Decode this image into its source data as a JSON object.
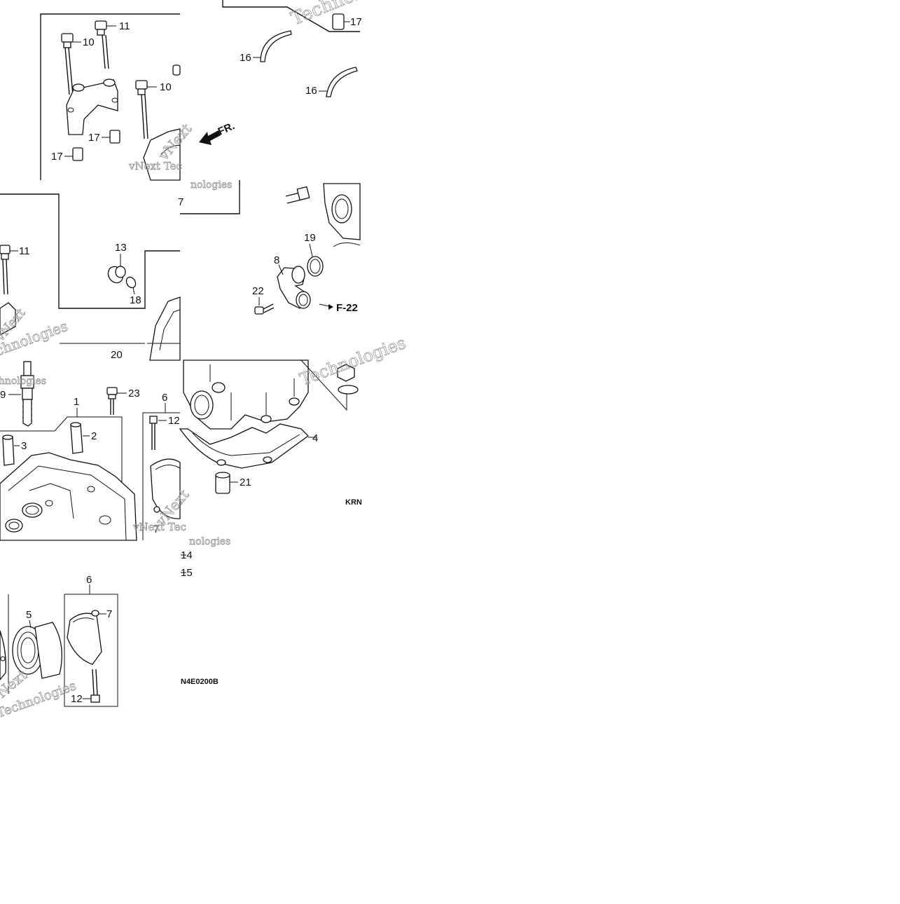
{
  "diagram": {
    "code_label": "KRN",
    "code_label_2": "N4E0200B",
    "front_label": "FR.",
    "ref_label": "F-22",
    "watermark": {
      "line1": "vNext",
      "line2": "Technologies",
      "line3": "vNext Tec",
      "line4": "chnologies",
      "line5": "nologies"
    },
    "callouts": {
      "c1": "1",
      "c2": "2",
      "c3": "3",
      "c4": "4",
      "c5": "5",
      "c6a": "6",
      "c6b": "6",
      "c7a": "7",
      "c7b": "7",
      "c7c": "7",
      "c8": "8",
      "c9": "9",
      "c10a": "10",
      "c10b": "10",
      "c11a": "11",
      "c11b": "11",
      "c12a": "12",
      "c12b": "12",
      "c13": "13",
      "c14": "14",
      "c15": "15",
      "c16a": "16",
      "c16b": "16",
      "c17a": "17",
      "c17b": "17",
      "c17c": "17",
      "c18": "18",
      "c19": "19",
      "c20": "20",
      "c21": "21",
      "c22": "22",
      "c23": "23"
    }
  }
}
